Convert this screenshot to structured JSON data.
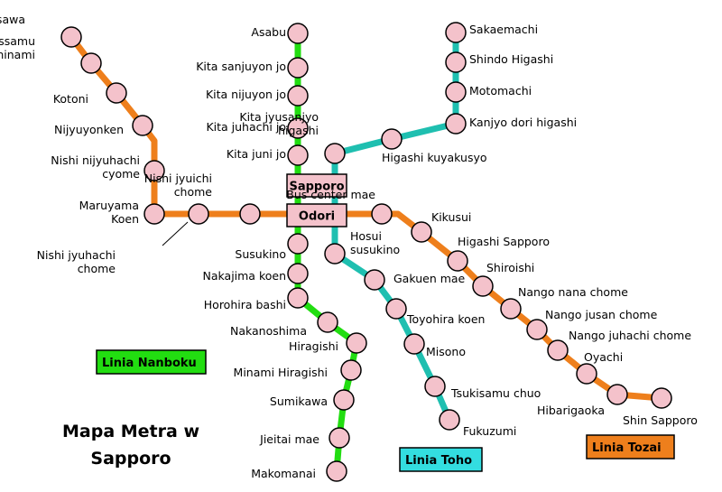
{
  "title": [
    "Mapa Metra w",
    "Sapporo"
  ],
  "lines": {
    "nanboku": {
      "name": "Linia Nanboku",
      "color": "#22dd11"
    },
    "toho": {
      "name": "Linia Toho",
      "color": "#1fbfb0"
    },
    "tozai": {
      "name": "Linia Tozai",
      "color": "#ee7f1c"
    }
  },
  "station_fill": "#f4c2cb",
  "interchanges": [
    {
      "name": "Sapporo",
      "lines": [
        "nanboku",
        "toho"
      ]
    },
    {
      "name": "Odori",
      "lines": [
        "nanboku",
        "toho",
        "tozai"
      ]
    }
  ],
  "stations": {
    "nanboku": [
      [
        "Asabu"
      ],
      [
        "Kita sanjuyon jo"
      ],
      [
        "Kita nijuyon jo"
      ],
      [
        "Kita juhachi jo"
      ],
      [
        "Kita juni jo"
      ],
      [
        "Susukino"
      ],
      [
        "Nakajima koen"
      ],
      [
        "Horohira bashi"
      ],
      [
        "Nakanoshima"
      ],
      [
        "Hiragishi"
      ],
      [
        "Minami Hiragishi"
      ],
      [
        "Sumikawa"
      ],
      [
        "Jieitai mae"
      ],
      [
        "Makomanai"
      ]
    ],
    "toho": [
      [
        "Sakaemachi"
      ],
      [
        "Shindo Higashi"
      ],
      [
        "Motomachi"
      ],
      [
        "Kanjyo dori higashi"
      ],
      [
        "Higashi kuyakusyo"
      ],
      [
        "Kita jyusanjyo",
        "higashi"
      ],
      [
        "Hosui",
        "susukino"
      ],
      [
        "Gakuen mae"
      ],
      [
        "Toyohira koen"
      ],
      [
        "Misono"
      ],
      [
        "Tsukisamu chuo"
      ],
      [
        "Fukuzumi"
      ]
    ],
    "tozai": [
      [
        "Miyanosawa"
      ],
      [
        "Hassamu",
        "minami"
      ],
      [
        "Kotoni"
      ],
      [
        "Nijyuyonken"
      ],
      [
        "Nishi nijyuhachi",
        "cyome"
      ],
      [
        "Maruyama",
        "Koen"
      ],
      [
        "Nishi jyuhachi",
        "chome"
      ],
      [
        "Nishi jyuichi",
        "chome"
      ],
      [
        "Bus center mae"
      ],
      [
        "Kikusui"
      ],
      [
        "Higashi Sapporo"
      ],
      [
        "Shiroishi"
      ],
      [
        "Nango nana chome"
      ],
      [
        "Nango jusan chome"
      ],
      [
        "Nango juhachi chome"
      ],
      [
        "Oyachi"
      ],
      [
        "Hibarigaoka"
      ],
      [
        "Shin Sapporo"
      ]
    ]
  }
}
